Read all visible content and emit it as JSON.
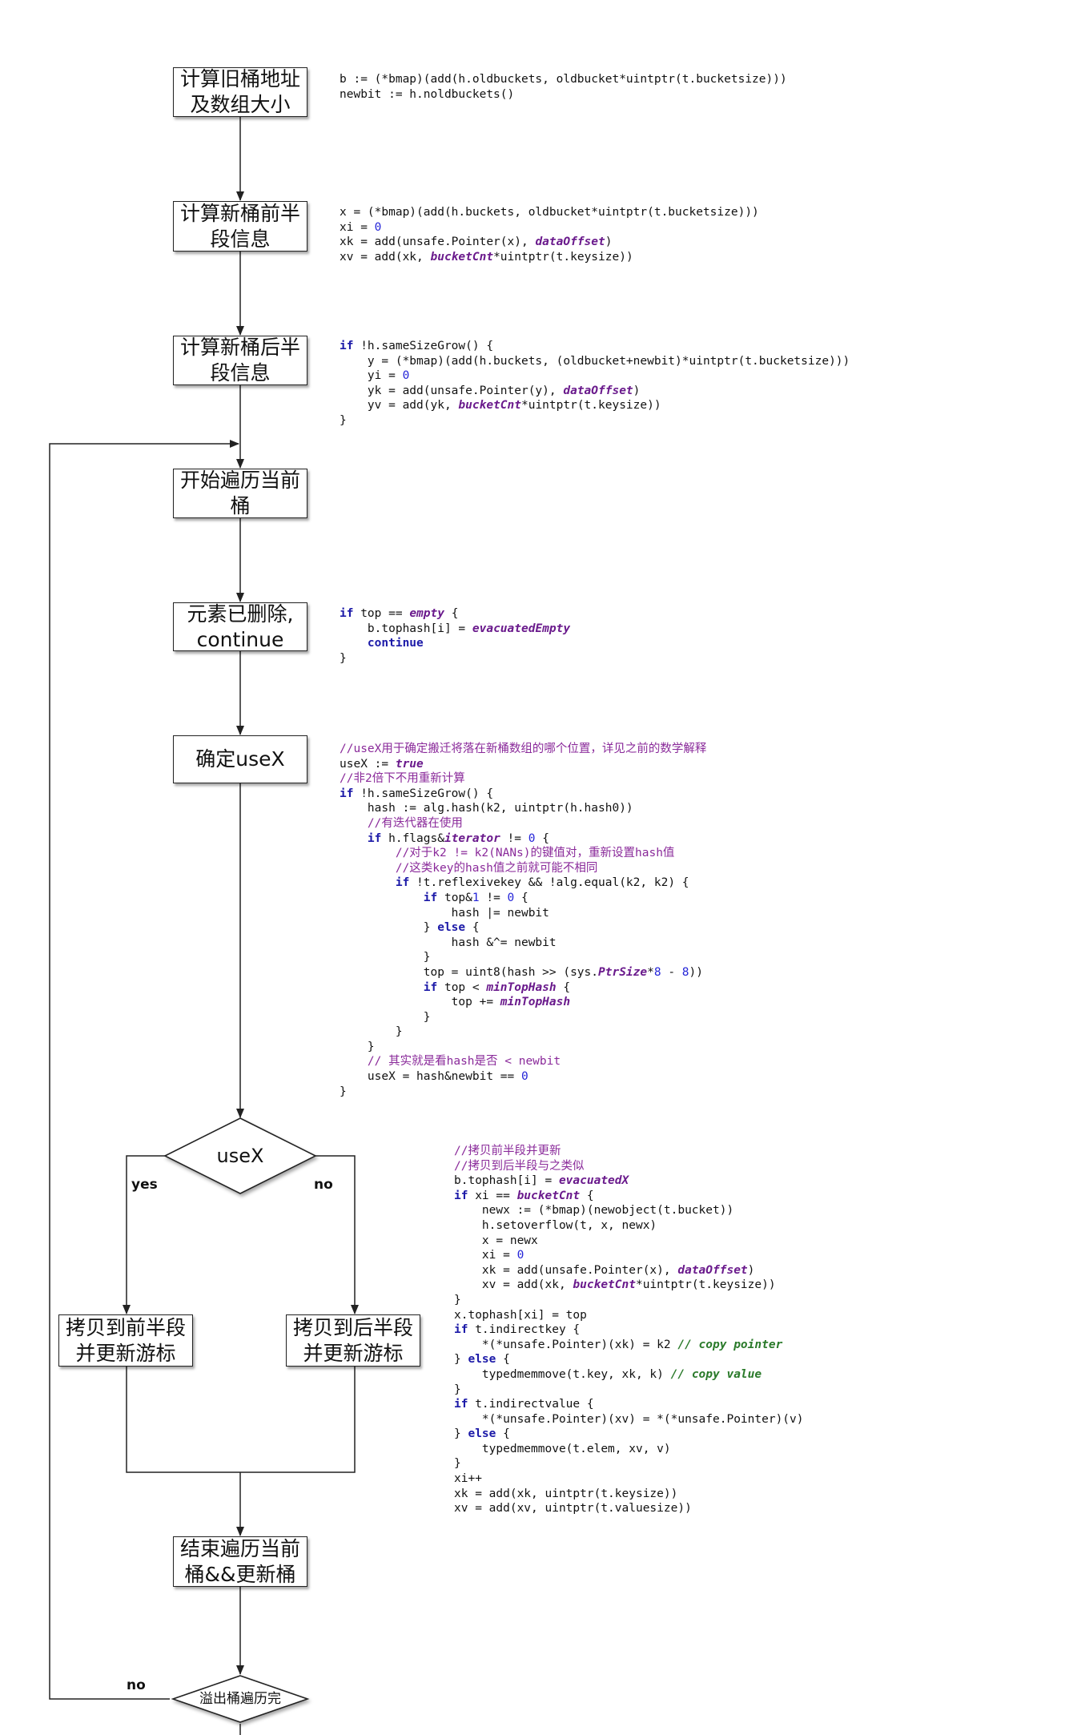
{
  "nodes": {
    "calc_old": "计算旧桶地址\n及数组大小",
    "calc_front": "计算新桶前半\n段信息",
    "calc_back": "计算新桶后半\n段信息",
    "start_traverse": "开始遍历当前\n桶",
    "deleted": "元素已删除,\ncontinue",
    "decide_usex": "确定useX",
    "usex": "useX",
    "copy_front": "拷贝到前半段\n并更新游标",
    "copy_back": "拷贝到后半段\n并更新游标",
    "end_traverse": "结束遍历当前\n桶&&更新桶",
    "overflow_done": "溢出桶遍历完"
  },
  "labels": {
    "yes": "yes",
    "no_right": "no",
    "no_loop": "no"
  },
  "code": {
    "c1": [
      "b := (*bmap)(add(h.oldbuckets, oldbucket*uintptr(t.bucketsize)))",
      "newbit := h.noldbuckets()"
    ],
    "c2": [
      "x = (*bmap)(add(h.buckets, oldbucket*uintptr(t.bucketsize)))",
      "xi = 0",
      "xk = add(unsafe.Pointer(x), dataOffset)",
      "xv = add(xk, bucketCnt*uintptr(t.keysize))"
    ],
    "c3": [
      "if !h.sameSizeGrow() {",
      "    y = (*bmap)(add(h.buckets, (oldbucket+newbit)*uintptr(t.bucketsize)))",
      "    yi = 0",
      "    yk = add(unsafe.Pointer(y), dataOffset)",
      "    yv = add(yk, bucketCnt*uintptr(t.keysize))",
      "}"
    ],
    "c4": [
      "if top == empty {",
      "    b.tophash[i] = evacuatedEmpty",
      "    continue",
      "}"
    ],
    "c5": [
      "//useX用于确定搬迁将落在新桶数组的哪个位置，详见之前的数学解释",
      "useX := true",
      "//非2倍下不用重新计算",
      "if !h.sameSizeGrow() {",
      "    hash := alg.hash(k2, uintptr(h.hash0))",
      "    //有迭代器在使用",
      "    if h.flags&iterator != 0 {",
      "        //对于k2 != k2(NANs)的键值对，重新设置hash值",
      "        //这类key的hash值之前就可能不相同",
      "        if !t.reflexivekey && !alg.equal(k2, k2) {",
      "            if top&1 != 0 {",
      "                hash |= newbit",
      "            } else {",
      "                hash &^= newbit",
      "            }",
      "            top = uint8(hash >> (sys.PtrSize*8 - 8))",
      "            if top < minTopHash {",
      "                top += minTopHash",
      "            }",
      "        }",
      "    }",
      "    // 其实就是看hash是否 < newbit",
      "    useX = hash&newbit == 0",
      "}"
    ],
    "c6": [
      "//拷贝前半段并更新",
      "//拷贝到后半段与之类似",
      "b.tophash[i] = evacuatedX",
      "if xi == bucketCnt {",
      "    newx := (*bmap)(newobject(t.bucket))",
      "    h.setoverflow(t, x, newx)",
      "    x = newx",
      "    xi = 0",
      "    xk = add(unsafe.Pointer(x), dataOffset)",
      "    xv = add(xk, bucketCnt*uintptr(t.keysize))",
      "}",
      "x.tophash[xi] = top",
      "if t.indirectkey {",
      "    *(*unsafe.Pointer)(xk) = k2 // copy pointer",
      "} else {",
      "    typedmemmove(t.key, xk, k) // copy value",
      "}",
      "if t.indirectvalue {",
      "    *(*unsafe.Pointer)(xv) = *(*unsafe.Pointer)(v)",
      "} else {",
      "    typedmemmove(t.elem, xv, v)",
      "}",
      "xi++",
      "xk = add(xk, uintptr(t.keysize))",
      "xv = add(xv, uintptr(t.valuesize))"
    ]
  }
}
